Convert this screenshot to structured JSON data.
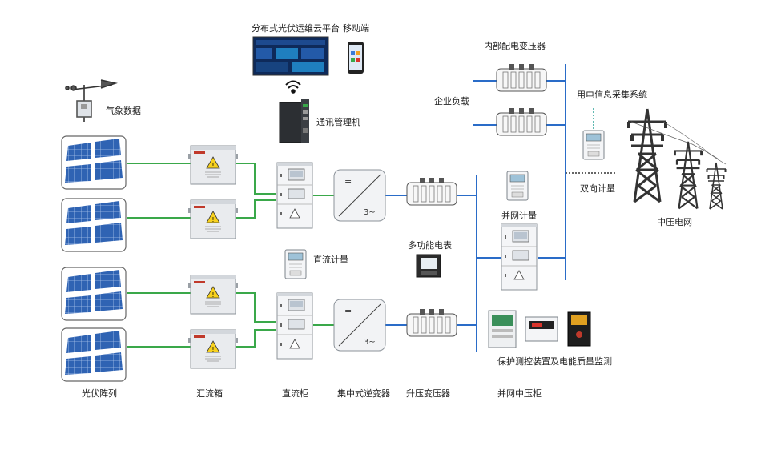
{
  "labels": {
    "platform": "分布式光伏运维云平台",
    "mobile": "移动端",
    "weather": "气象数据",
    "comm_manager": "通讯管理机",
    "internal_transformer": "内部配电变压器",
    "enterprise_load": "企业负载",
    "power_info_system": "用电信息采集系统",
    "bidirectional_meter": "双向计量",
    "mv_grid": "中压电网",
    "grid_meter": "并网计量",
    "multifunction_meter": "多功能电表",
    "dc_meter": "直流计量",
    "protection": "保护测控装置及电能质量监测",
    "pv_array": "光伏阵列",
    "combiner_box": "汇流箱",
    "dc_cabinet": "直流柜",
    "central_inverter": "集中式逆变器",
    "stepup_transformer": "升压变压器",
    "grid_mv_cabinet": "并网中压柜"
  },
  "inverter_marks": {
    "ac": "3~",
    "dc": "="
  },
  "colors": {
    "green_line": "#3aa84a",
    "blue_line": "#2a6cc8",
    "panel_blue": "#2f63b3",
    "warning": "#f7d11e",
    "cabinet_edge": "#9aa0a6"
  }
}
